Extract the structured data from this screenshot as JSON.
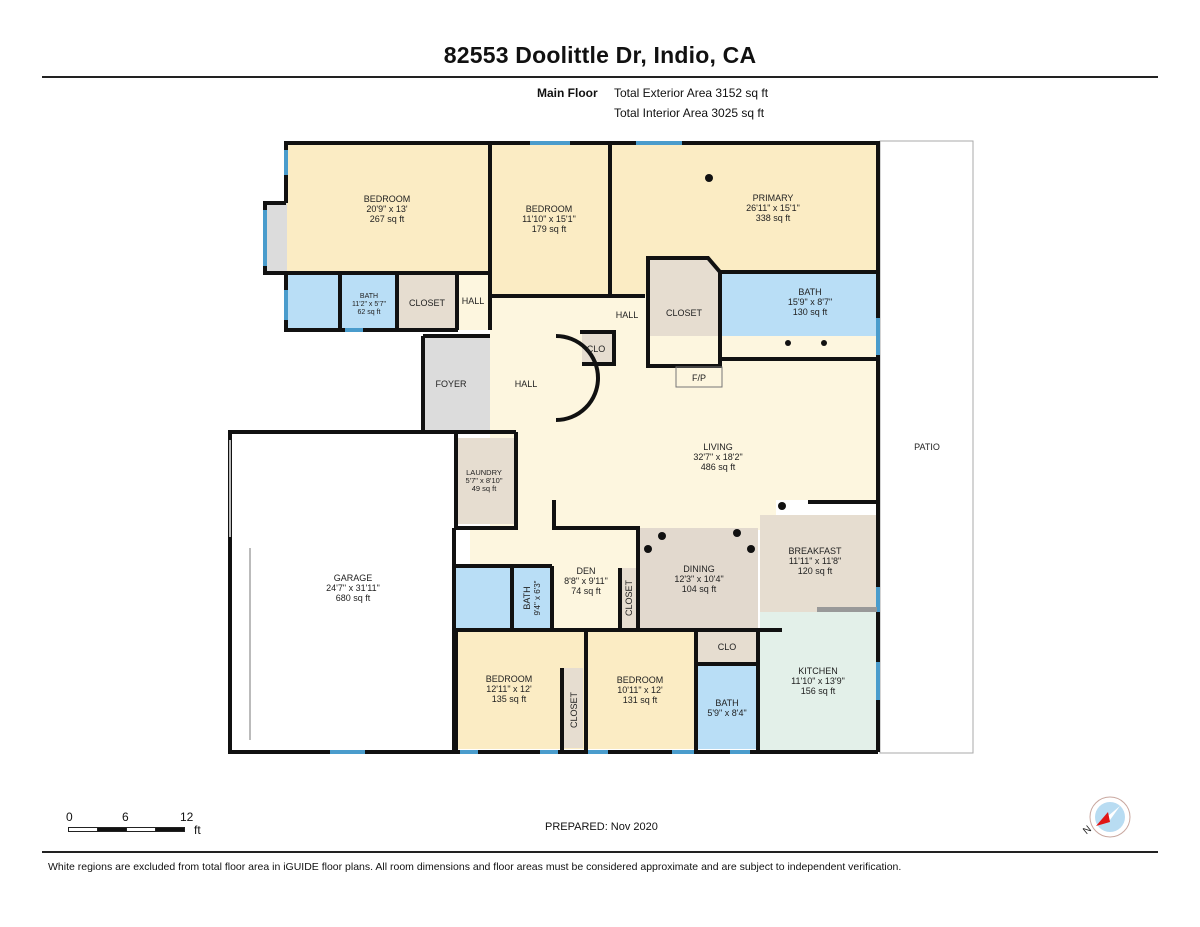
{
  "header": {
    "title": "82553 Doolittle Dr, Indio, CA",
    "floor_label": "Main Floor",
    "exterior_area": "Total Exterior Area 3152 sq ft",
    "interior_area": "Total Interior Area 3025 sq ft"
  },
  "rooms": {
    "bedroom1": {
      "name": "BEDROOM",
      "dims": "20'9\" x 13'",
      "area": "267 sq ft"
    },
    "bedroom2": {
      "name": "BEDROOM",
      "dims": "11'10\" x 15'1\"",
      "area": "179 sq ft"
    },
    "primary": {
      "name": "PRIMARY",
      "dims": "26'11\" x 15'1\"",
      "area": "338 sq ft"
    },
    "bath_small": {
      "name": "BATH",
      "dims": "11'2\" x 5'7\"",
      "area": "62 sq ft"
    },
    "closet_west": {
      "name": "CLOSET"
    },
    "hall_north": {
      "name": "HALL"
    },
    "hall_center": {
      "name": "HALL"
    },
    "closet_primary": {
      "name": "CLOSET"
    },
    "bath_primary": {
      "name": "BATH",
      "dims": "15'9\" x 8'7\"",
      "area": "130 sq ft"
    },
    "clo_hall": {
      "name": "CLO"
    },
    "foyer": {
      "name": "FOYER"
    },
    "hall_foyer": {
      "name": "HALL"
    },
    "fireplace": {
      "name": "F/P"
    },
    "living": {
      "name": "LIVING",
      "dims": "32'7\" x 18'2\"",
      "area": "486 sq ft"
    },
    "patio": {
      "name": "PATIO"
    },
    "laundry": {
      "name": "LAUNDRY",
      "dims": "5'7\" x 8'10\"",
      "area": "49 sq ft"
    },
    "garage": {
      "name": "GARAGE",
      "dims": "24'7\" x 31'11\"",
      "area": "680 sq ft"
    },
    "den": {
      "name": "DEN",
      "dims": "8'8\" x 9'11\"",
      "area": "74 sq ft"
    },
    "dining": {
      "name": "DINING",
      "dims": "12'3\" x 10'4\"",
      "area": "104 sq ft"
    },
    "breakfast": {
      "name": "BREAKFAST",
      "dims": "11'11\" x 11'8\"",
      "area": "120 sq ft"
    },
    "bath_den": {
      "name": "BATH",
      "dims": "9'4\" x 6'3\""
    },
    "closet_den": {
      "name": "CLOSET"
    },
    "bedroom3": {
      "name": "BEDROOM",
      "dims": "12'11\" x 12'",
      "area": "135 sq ft"
    },
    "closet_bed3": {
      "name": "CLOSET"
    },
    "bedroom4": {
      "name": "BEDROOM",
      "dims": "10'11\" x 12'",
      "area": "131 sq ft"
    },
    "clo_south": {
      "name": "CLO"
    },
    "bath_south": {
      "name": "BATH",
      "dims": "5'9\" x 8'4\""
    },
    "kitchen": {
      "name": "KITCHEN",
      "dims": "11'10\" x 13'9\"",
      "area": "156 sq ft"
    }
  },
  "colors": {
    "bedroom": "#fbecc4",
    "bath": "#b9def6",
    "closet": "#e6ddd0",
    "hall": "#fdf6df",
    "foyer": "#dcdcdc",
    "kitchen": "#e3f0e9",
    "wall": "#111111",
    "window": "#4a9ccc"
  },
  "scale": {
    "ticks": [
      "0",
      "6",
      "12"
    ],
    "unit": "ft"
  },
  "footer": {
    "prepared": "PREPARED: Nov 2020",
    "compass_label": "N",
    "disclaimer": "White regions are excluded from total floor area in iGUIDE floor plans. All room dimensions and floor areas must be considered approximate and are subject to independent verification."
  }
}
